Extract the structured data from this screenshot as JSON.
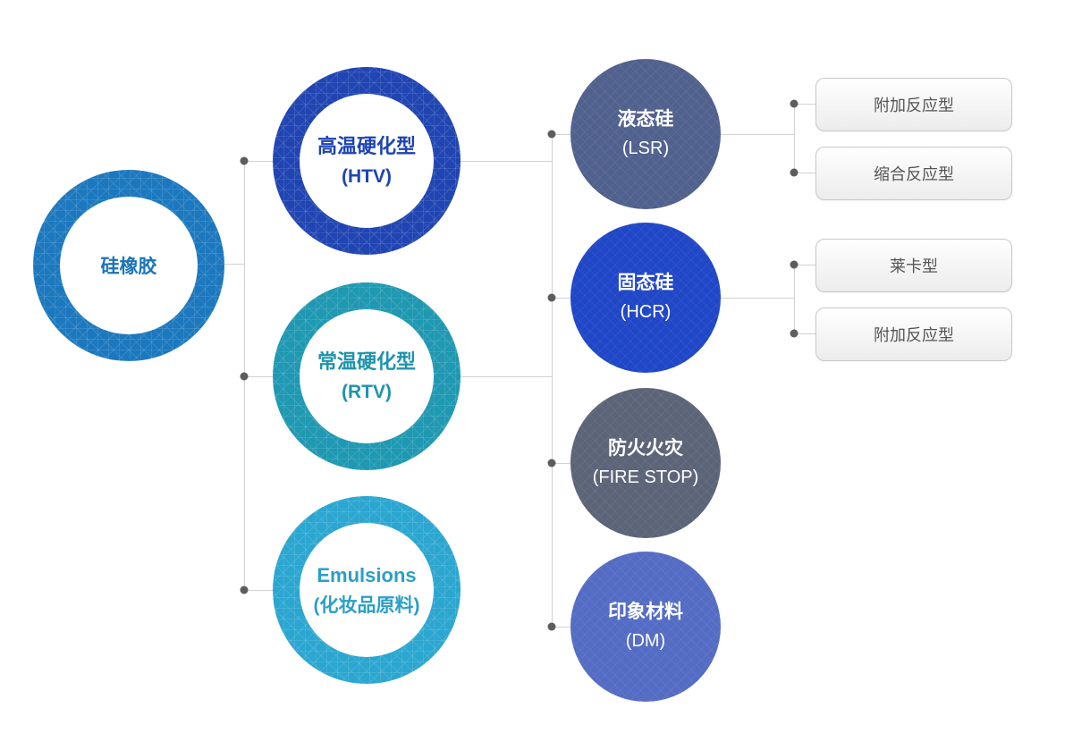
{
  "palette": {
    "line": "#d2d2d2",
    "dot": "#5d5d5d",
    "box_border": "#c8c8c8",
    "box_text": "#555555",
    "box_bg_top": "#ffffff",
    "box_bg_bottom": "#ececec"
  },
  "diagram": {
    "root": {
      "label": "硅橡胶",
      "ring_color": "#1c78be",
      "text_color": "#1b74ba"
    },
    "level1": [
      {
        "line1": "高温硬化型",
        "line2": "(HTV)",
        "ring_color": "#2045b2",
        "text_color": "#1e44b2"
      },
      {
        "line1": "常温硬化型",
        "line2": "(RTV)",
        "ring_color": "#1f98b2",
        "text_color": "#1e93ad"
      },
      {
        "line1": "Emulsions",
        "line2": "(化妆品原料)",
        "ring_color": "#2ba6d0",
        "text_color": "#2a9fc7"
      }
    ],
    "level2": [
      {
        "line1": "液态硅",
        "line2": "(LSR)",
        "fill_color": "#51618e"
      },
      {
        "line1": "固态硅",
        "line2": "(HCR)",
        "fill_color": "#2047c7"
      },
      {
        "line1": "防火火灾",
        "line2": "(FIRE STOP)",
        "fill_color": "#5c6478"
      },
      {
        "line1": "印象材料",
        "line2": "(DM)",
        "fill_color": "#546cc4"
      }
    ],
    "level3": [
      {
        "label": "附加反应型"
      },
      {
        "label": "缩合反应型"
      },
      {
        "label": "莱卡型"
      },
      {
        "label": "附加反应型"
      }
    ]
  }
}
